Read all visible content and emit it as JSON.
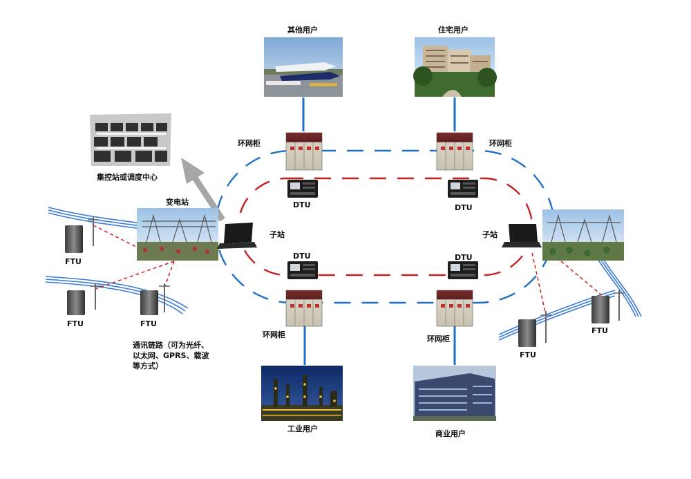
{
  "labels": {
    "other_user": "其他用户",
    "residential_user": "住宅用户",
    "industrial_user": "工业用户",
    "commercial_user": "商业用户",
    "control_center": "集控站或调度中心",
    "substation": "变电站",
    "rmu_top_left": "环网柜",
    "rmu_top_right": "环网柜",
    "rmu_bottom_left": "环网柜",
    "rmu_bottom_right": "环网柜",
    "dtu_top_left": "DTU",
    "dtu_top_right": "DTU",
    "dtu_bottom_left": "DTU",
    "dtu_bottom_right": "DTU",
    "substation_terminal_left": "子站",
    "substation_terminal_right": "子站",
    "ftu_1": "FTU",
    "ftu_2": "FTU",
    "ftu_3": "FTU",
    "ftu_4": "FTU",
    "ftu_5": "FTU"
  },
  "comm_note": {
    "line1": "通讯链路（可为光纤、",
    "line2": "以太网、GPRS、载波",
    "line3": "等方式）"
  },
  "colors": {
    "outer_ring": "#1f6fc4",
    "inner_ring": "#c42020",
    "feeder": "#1f6fc4",
    "power_line": "#3a7ad8",
    "comm_link": "#cc1f1f",
    "arrow": "#a6a6a6"
  }
}
